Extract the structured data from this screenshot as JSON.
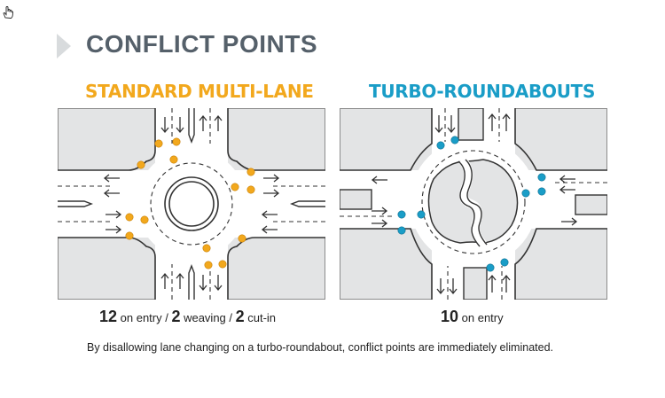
{
  "title": "CONFLICT POINTS",
  "colors": {
    "standard": "#f2a81d",
    "turbo": "#1a9dc7",
    "title": "#55606a"
  },
  "diagrams": [
    {
      "heading": "STANDARD MULTI-LANE",
      "caption": {
        "entry_count": "12",
        "entry_text": " on entry / ",
        "weaving_count": "2",
        "weaving_text": " weaving / ",
        "cutin_count": "2",
        "cutin_text": " cut-in"
      }
    },
    {
      "heading": "TURBO-ROUNDABOUTS",
      "caption": {
        "entry_count": "10",
        "entry_text": " on entry"
      }
    }
  ],
  "footnote": "By disallowing lane changing on a turbo-roundabout, conflict points are immediately eliminated.",
  "icons": [
    "hand-cursor-icon",
    "chevron-right-icon"
  ]
}
